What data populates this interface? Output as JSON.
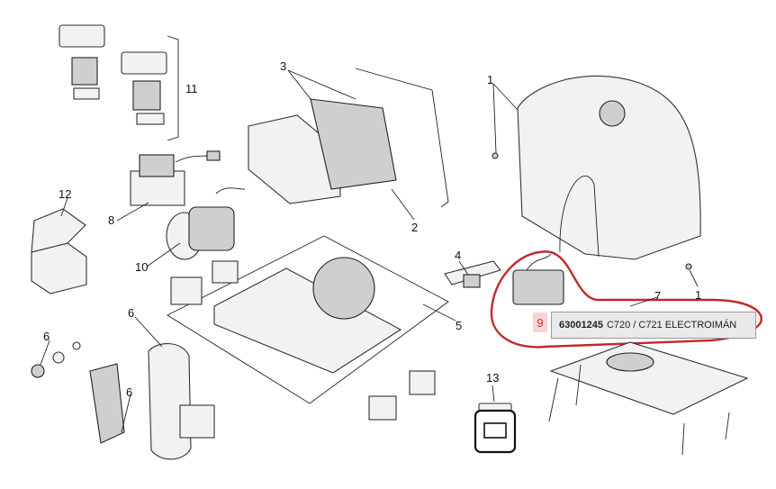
{
  "callouts": {
    "c1a": "1",
    "c1b": "1",
    "c2": "2",
    "c3": "3",
    "c4": "4",
    "c5": "5",
    "c6a": "6",
    "c6b": "6",
    "c6c": "6",
    "c7": "7",
    "c8": "8",
    "c10": "10",
    "c11": "11",
    "c12": "12",
    "c13": "13"
  },
  "highlight": {
    "number": "9",
    "code": "63001245",
    "description": "C720 / C721 ELECTROIMÁN",
    "outline_color": "#c0282d"
  }
}
